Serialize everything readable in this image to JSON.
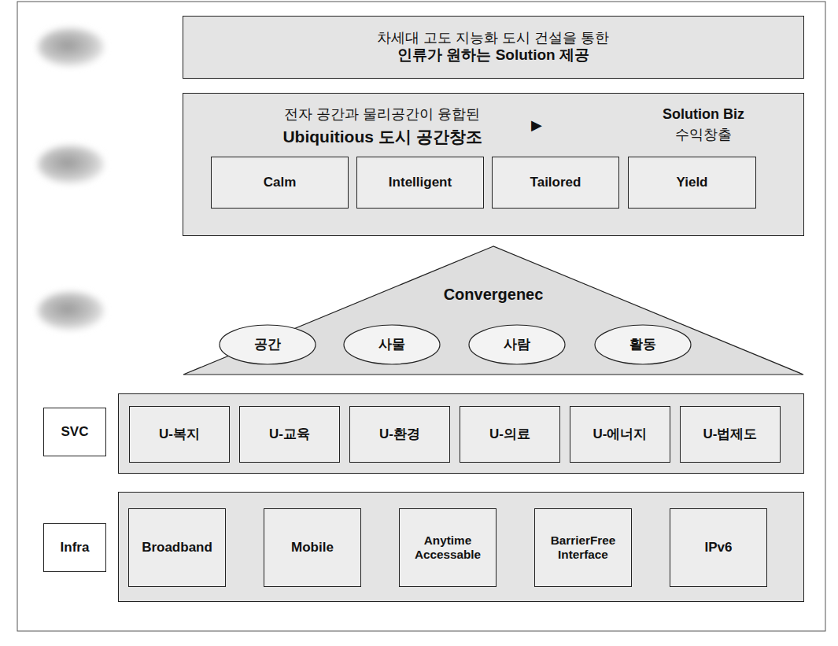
{
  "diagram": {
    "nodes": [
      {
        "text": [
          "차세대 고도 지능화 도시 건설을 통한",
          "인류가 원하는 Solution 제공"
        ]
      },
      {
        "text": [
          "전자 공간과 물리공간이 융합된",
          "Ubiquitious 도시 공간창조",
          "▶",
          "Solution Biz",
          "수익창출"
        ]
      },
      {
        "text": [
          "Calm"
        ],
        "in": 1
      },
      {
        "text": [
          "Intelligent"
        ],
        "in": 1
      },
      {
        "text": [
          "Tailored"
        ],
        "in": 1
      },
      {
        "text": [
          "Yield"
        ],
        "in": 1
      },
      {
        "text": [
          "Convergenec"
        ]
      },
      {
        "text": [
          "공간"
        ],
        "in": 6
      },
      {
        "text": [
          "사물"
        ],
        "in": 6
      },
      {
        "text": [
          "사람"
        ],
        "in": 6
      },
      {
        "text": [
          "활동"
        ],
        "in": 6
      },
      {
        "text": [
          "SVC"
        ]
      },
      {
        "text": []
      },
      {
        "text": [
          "U-복지"
        ],
        "in": 12
      },
      {
        "text": [
          "U-교육"
        ],
        "in": 12
      },
      {
        "text": [
          "U-환경"
        ],
        "in": 12
      },
      {
        "text": [
          "U-의료"
        ],
        "in": 12
      },
      {
        "text": [
          "U-에너지"
        ],
        "in": 12
      },
      {
        "text": [
          "U-법제도"
        ],
        "in": 12
      },
      {
        "text": [
          "Infra"
        ]
      },
      {
        "text": []
      },
      {
        "text": [
          "Broadband"
        ],
        "in": 20
      },
      {
        "text": [
          "Mobile"
        ],
        "in": 20
      },
      {
        "text": [
          "Anytime Accessable"
        ],
        "in": 20
      },
      {
        "text": [
          "BarrierFree Interface"
        ],
        "in": 20
      },
      {
        "text": [
          "IPv6"
        ],
        "in": 20
      }
    ]
  }
}
